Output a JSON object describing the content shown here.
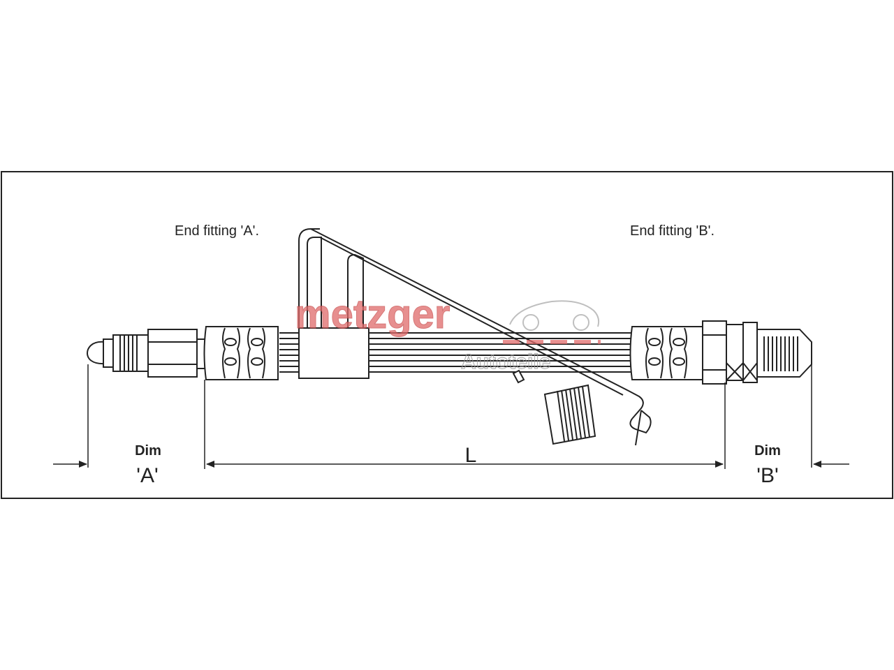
{
  "labels": {
    "end_fitting_a": "End fitting 'A'.",
    "end_fitting_b": "End fitting 'B'.",
    "dim_a_word": "Dim",
    "dim_a_value": "'A'",
    "dim_b_word": "Dim",
    "dim_b_value": "'B'",
    "length": "L"
  },
  "watermark": {
    "brand": "metzger",
    "sub": "Autoteile",
    "color": "#e06a6a"
  },
  "colors": {
    "line": "#222222",
    "background": "#ffffff"
  }
}
